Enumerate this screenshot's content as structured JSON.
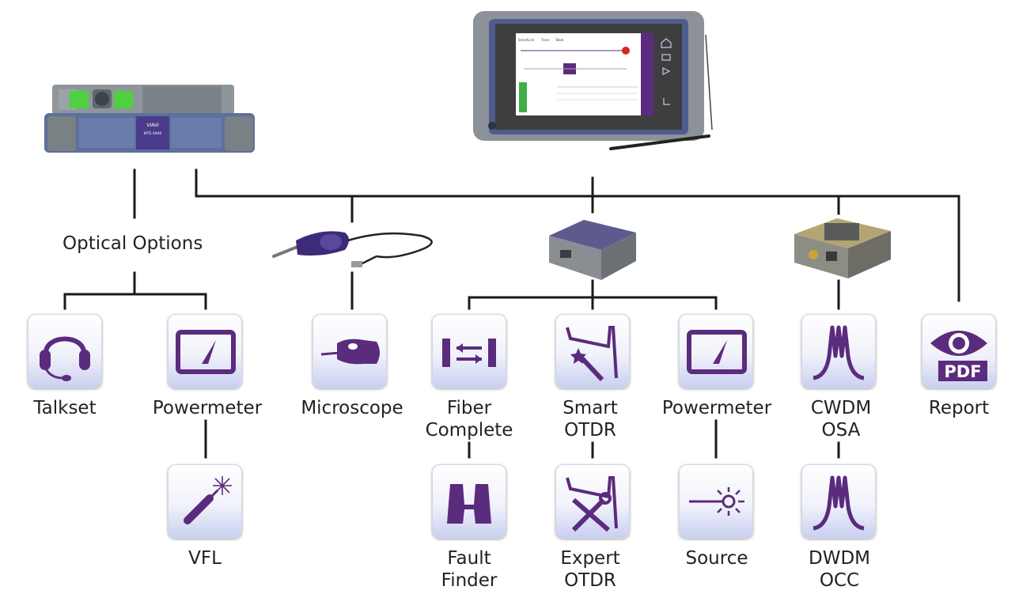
{
  "groups": {
    "optical_options": "Optical Options"
  },
  "nodes": {
    "talkset": "Talkset",
    "powermeter_optical": "Powermeter",
    "vfl": "VFL",
    "microscope": "Microscope",
    "fiber_complete": "Fiber\nComplete",
    "fault_finder": "Fault\nFinder",
    "smart_otdr": "Smart\nOTDR",
    "expert_otdr": "Expert\nOTDR",
    "powermeter": "Powermeter",
    "source": "Source",
    "cwdm_osa": "CWDM\nOSA",
    "dwdm_occ": "DWDM\nOCC",
    "report": "Report"
  },
  "report_badge": "PDF",
  "devices": {
    "platform_brand": "VIAVI",
    "platform_model": "MTS 4000",
    "screen_tabs": [
      "SmartLink",
      "Trace",
      "Table"
    ]
  },
  "colors": {
    "icon": "#5b2b7d",
    "line": "#1a1a1a",
    "tile_bottom": "#c9d0f0"
  }
}
